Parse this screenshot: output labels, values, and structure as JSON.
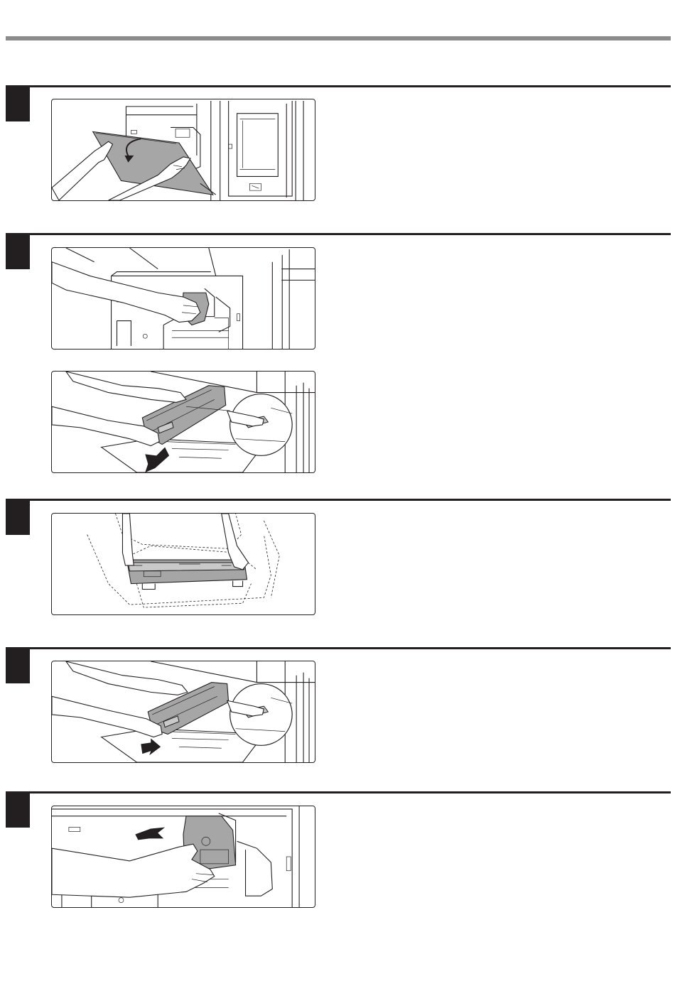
{
  "document": {
    "steps": [
      {
        "number": "",
        "figures": [
          "open-front-cover"
        ]
      },
      {
        "number": "",
        "figures": [
          "grip-toner-collection-container",
          "pull-out-unit"
        ]
      },
      {
        "number": "",
        "figures": [
          "shake-unit"
        ]
      },
      {
        "number": "",
        "figures": [
          "push-unit-in"
        ]
      },
      {
        "number": "",
        "figures": [
          "insert-container"
        ]
      }
    ]
  },
  "colors": {
    "rule": "#231f20",
    "top_bar": "#8c8c8c",
    "part_grey": "#a6a6a6"
  }
}
